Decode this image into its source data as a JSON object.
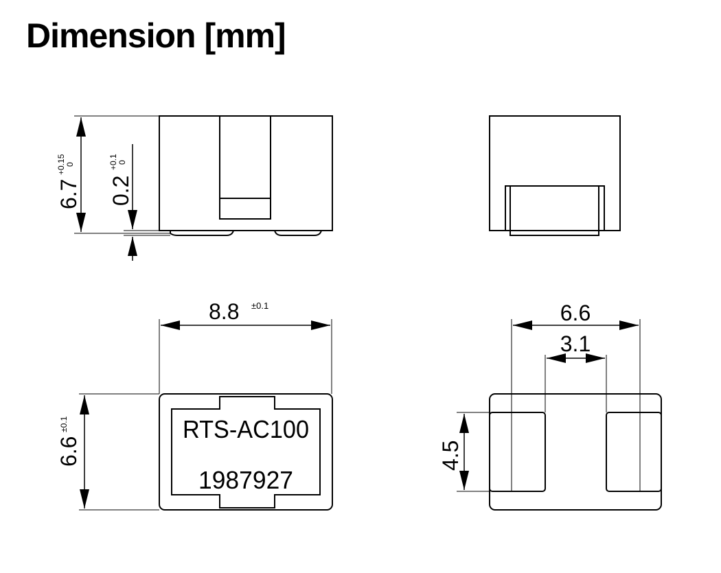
{
  "page": {
    "title": "Dimension [mm]"
  },
  "dimensions": {
    "height": {
      "value": "6.7",
      "tol_upper": "+0.15",
      "tol_lower": "0"
    },
    "clearance": {
      "value": "0.2",
      "tol_upper": "+0.1",
      "tol_lower": "0"
    },
    "length": {
      "value": "8.8",
      "tol": "±0.1"
    },
    "width": {
      "value": "6.6",
      "tol": "±0.1"
    },
    "pad_outer": {
      "value": "6.6"
    },
    "pad_inner": {
      "value": "3.1"
    },
    "pad_height": {
      "value": "4.5"
    }
  },
  "marking": {
    "part_number": "RTS-AC100",
    "lot_code": "1987927"
  },
  "colors": {
    "stroke": "#000000",
    "background": "#ffffff"
  }
}
